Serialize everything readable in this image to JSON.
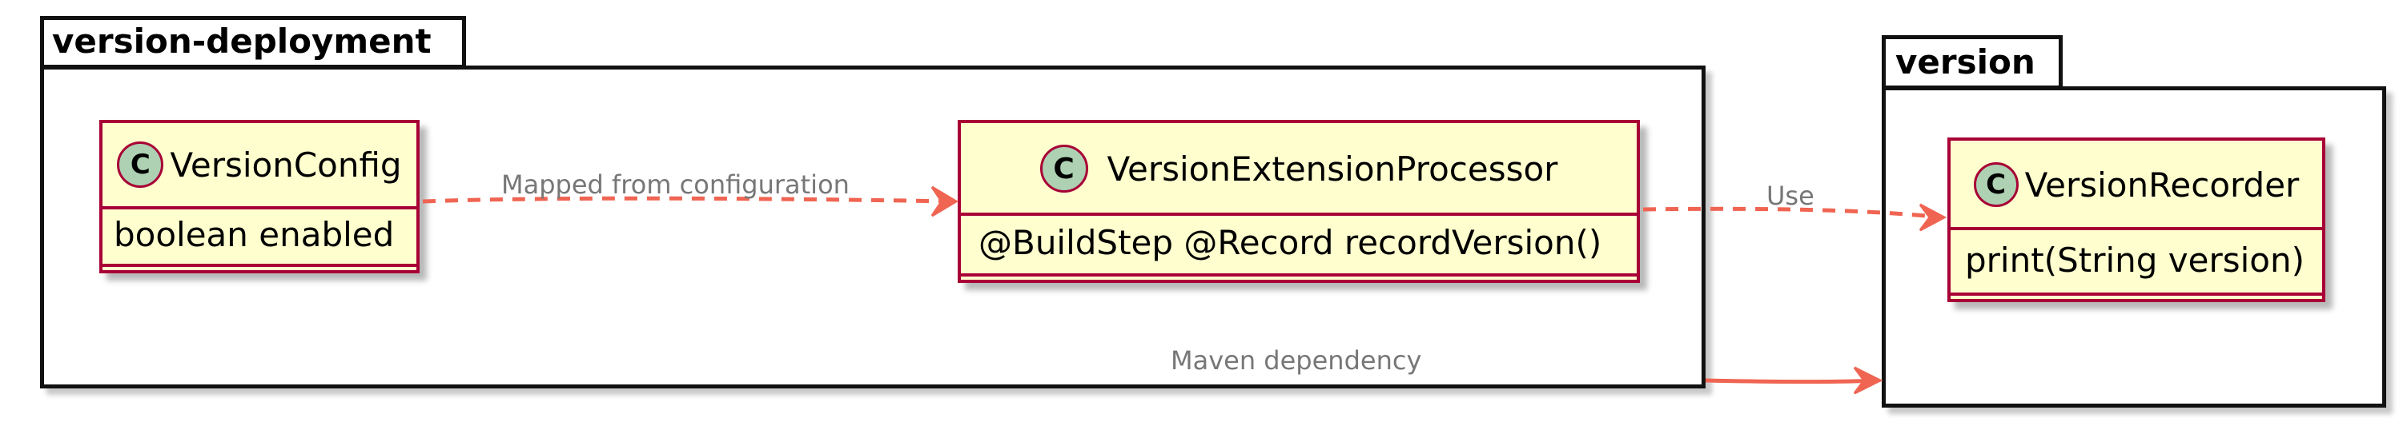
{
  "packages": [
    {
      "id": "version-deployment",
      "name": "version-deployment"
    },
    {
      "id": "version",
      "name": "version"
    }
  ],
  "classes": [
    {
      "id": "VersionConfig",
      "stereotype_icon": "C",
      "name": "VersionConfig",
      "members": [
        "boolean enabled"
      ]
    },
    {
      "id": "VersionExtensionProcessor",
      "stereotype_icon": "C",
      "name": "VersionExtensionProcessor",
      "members": [
        "@BuildStep @Record recordVersion()"
      ]
    },
    {
      "id": "VersionRecorder",
      "stereotype_icon": "C",
      "name": "VersionRecorder",
      "members": [
        "print(String version)"
      ]
    }
  ],
  "relations": [
    {
      "from": "VersionConfig",
      "to": "VersionExtensionProcessor",
      "style": "dashed",
      "label": "Mapped from configuration"
    },
    {
      "from": "VersionExtensionProcessor",
      "to": "VersionRecorder",
      "style": "dashed",
      "label": "Use"
    },
    {
      "from": "version-deployment",
      "to": "version",
      "style": "solid",
      "label": "Maven dependency"
    }
  ],
  "colors": {
    "class_fill": "#fefece",
    "class_border": "#a80036",
    "class_icon_fill": "#add1b2",
    "arrow": "#f06452",
    "edge_label": "#777777",
    "package_border": "#111111"
  }
}
